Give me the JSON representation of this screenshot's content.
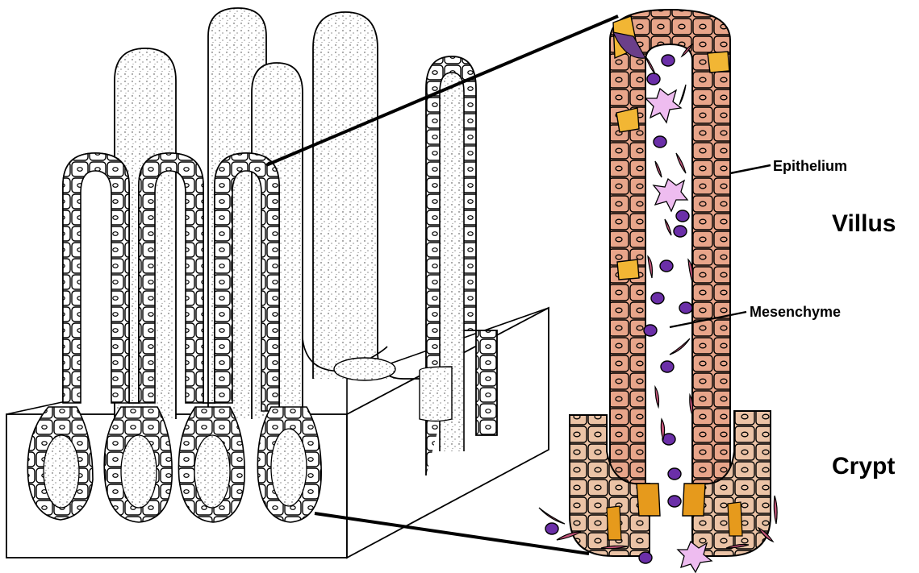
{
  "labels": {
    "epithelium": "Epithelium",
    "villus": "Villus",
    "mesenchyme": "Mesenchyme",
    "crypt": "Crypt"
  },
  "colors": {
    "epithelial_cell": "#e8a58a",
    "crypt_cell": "#ebc3a6",
    "goblet_cell": "#f2b634",
    "paneth_cell": "#e69a1c",
    "mesenchyme_nucleus": "#6b2fa8",
    "fibroblast": "#c6557a",
    "immune_cell": "#eebcf0",
    "outline": "#000000"
  }
}
